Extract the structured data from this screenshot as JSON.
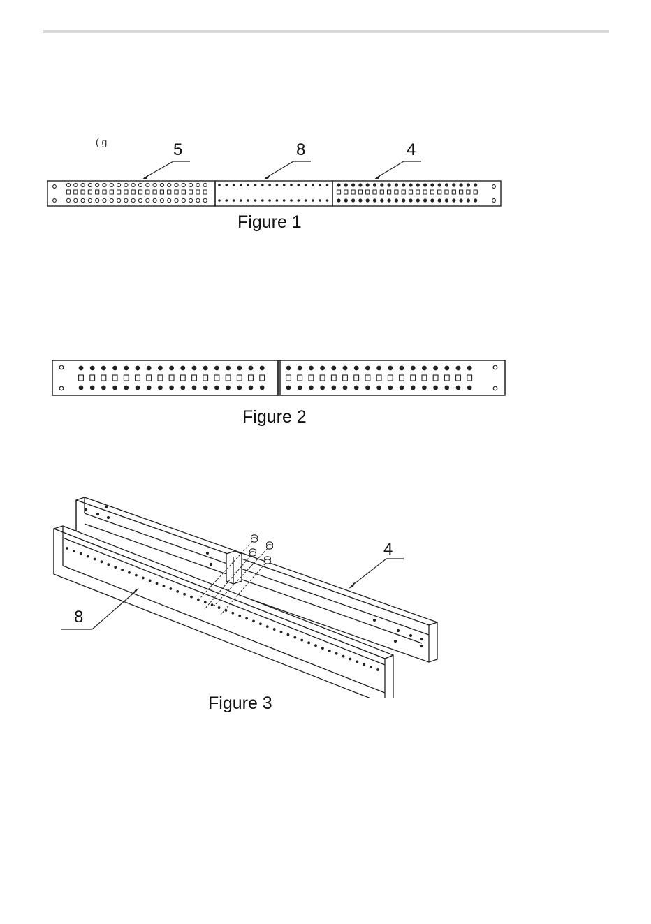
{
  "figures": [
    {
      "caption": "Figure 1",
      "callouts": [
        "5",
        "8",
        "4"
      ]
    },
    {
      "caption": "Figure 2"
    },
    {
      "caption": "Figure 3",
      "callouts": [
        "4",
        "8"
      ]
    }
  ]
}
